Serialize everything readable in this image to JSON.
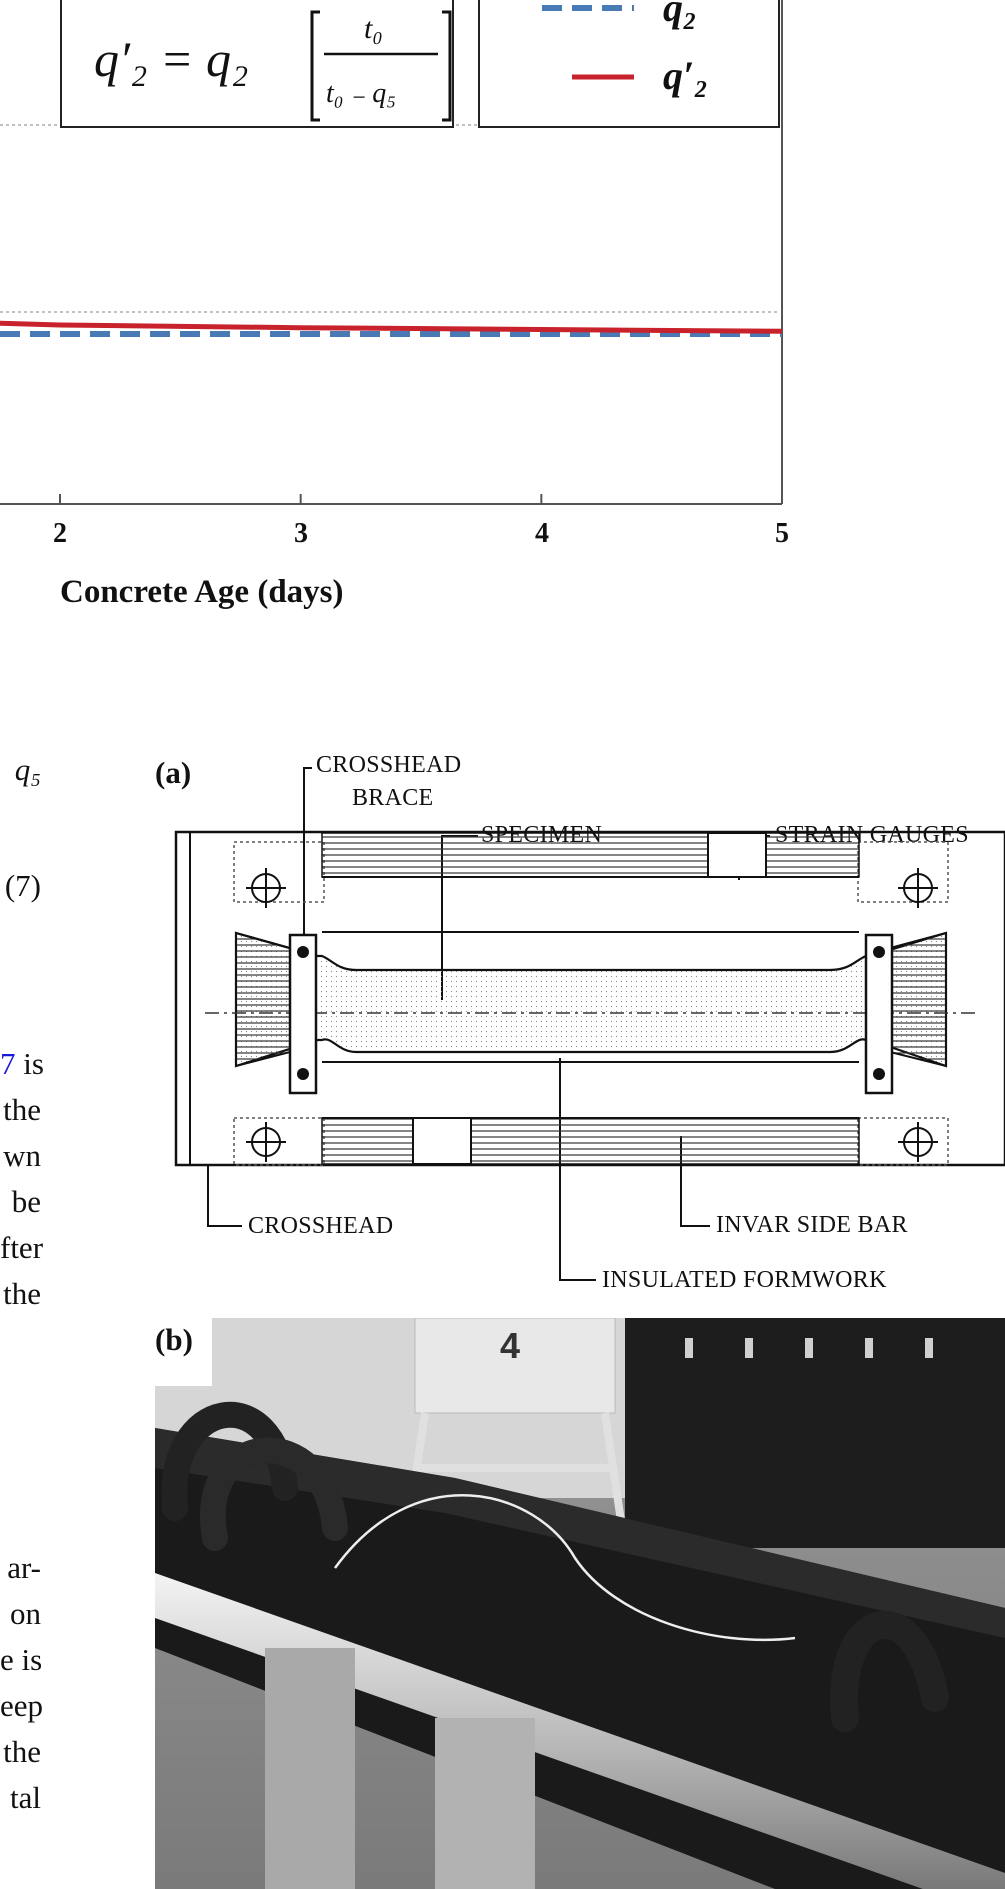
{
  "chart": {
    "formula": {
      "lhs": "q′₂ = q₂",
      "num": "t₀",
      "den": "t₀ ₋ q₅"
    },
    "legend": [
      {
        "label": "q₂",
        "style": "dashed",
        "color": "#4a7ab5"
      },
      {
        "label": "q′₂",
        "style": "solid",
        "color": "#c8232c"
      }
    ],
    "xlabel": "Concrete Age (days)",
    "xticks": [
      "2",
      "3",
      "4",
      "5"
    ]
  },
  "chart_data": {
    "type": "line",
    "title": "",
    "xlabel": "Concrete Age (days)",
    "ylabel": "",
    "x_visible_range": [
      1.75,
      5
    ],
    "xticks": [
      2,
      3,
      4,
      5
    ],
    "series": [
      {
        "name": "q₂",
        "style": "dashed",
        "color": "#4a7ab5",
        "x": [
          1.75,
          5
        ],
        "y_rel": [
          0.0,
          0.0
        ]
      },
      {
        "name": "q′₂",
        "style": "solid",
        "color": "#c8232c",
        "x": [
          1.75,
          2,
          3,
          4,
          5
        ],
        "y_rel": [
          0.06,
          0.05,
          0.035,
          0.025,
          0.015
        ]
      }
    ],
    "grid": true
  },
  "text_fragments": [
    {
      "text": "q₅",
      "italic": true
    },
    {
      "text": "(7)",
      "italic": false
    },
    {
      "text": "7 is",
      "link_part": "7"
    },
    {
      "text": "the"
    },
    {
      "text": "wn"
    },
    {
      "text": "be"
    },
    {
      "text": "fter"
    },
    {
      "text": "the"
    },
    {
      "text": "ar-"
    },
    {
      "text": "on"
    },
    {
      "text": "e is"
    },
    {
      "text": "eep"
    },
    {
      "text": "the"
    },
    {
      "text": "tal"
    }
  ],
  "figure_a": {
    "panel_label": "(a)",
    "labels": {
      "crosshead_brace_1": "CROSSHEAD",
      "crosshead_brace_2": "BRACE",
      "specimen": "SPECIMEN",
      "strain_gauges": "STRAIN GAUGES",
      "crosshead": "CROSSHEAD",
      "invar_side_bar": "INVAR SIDE BAR",
      "insulated_formwork": "INSULATED FORMWORK"
    }
  },
  "figure_b": {
    "panel_label": "(b)",
    "stand_number": "4"
  }
}
